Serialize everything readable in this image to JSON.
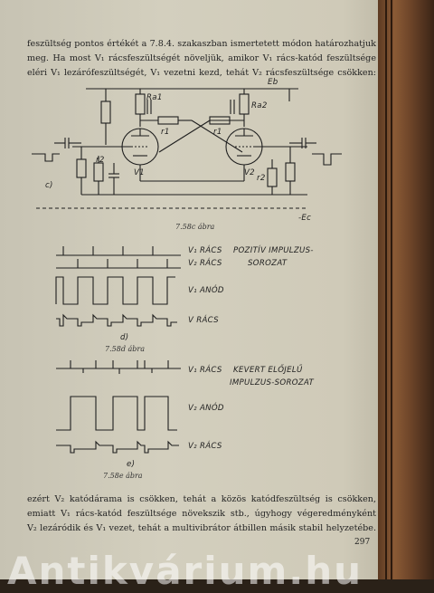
{
  "body_text_top": [
    "feszültség pontos értékét a 7.8.4. szakaszban ismertetett módon határozhatjuk",
    "meg. Ha most V₁ rácsfeszültségét növeljük, amikor V₁ rács-katód feszültsége",
    "eléri V₁ lezárófeszültségét, V₁ vezetni kezd, tehát V₂ rácsfeszültsége csökken:"
  ],
  "body_text_bottom": [
    "ezért V₂ katódárama is csökken, tehát a közös katódfeszültség is csökken,",
    "emiatt V₁ rács-katód feszültsége növekszik stb., úgyhogy végeredményként",
    "V₂ lezáródik és V₁ vezet, tehát a multivibrátor átbillen másik stabil helyzetébe."
  ],
  "circuit_labels": {
    "eb": "Eb",
    "ra1": "Ra1",
    "ra2": "Ra2",
    "r1_left": "r1",
    "r1_right": "r1",
    "v1": "V1",
    "v2": "V2",
    "r2_left": "r2",
    "r2_right": "r2",
    "c": "c)",
    "ec": "-Ec"
  },
  "captions": {
    "fig_c": "7.58c ábra",
    "fig_d": "7.58d ábra",
    "fig_e": "7.58e ábra"
  },
  "fig_d_labels": {
    "v1_racs": "V₁ RÁCS",
    "v2_racs": "V₂ RÁCS",
    "v1_anod": "V₁ ANÓD",
    "v_racs": "V RÁCS",
    "note_line1": "POZITÍV IMPULZUS-",
    "note_line2": "SOROZAT",
    "sub": "d)"
  },
  "fig_e_labels": {
    "v1_racs": "V₁ RÁCS",
    "v2_anod": "V₂ ANÓD",
    "v2_racs": "V₂ RÁCS",
    "note_line1": "KEVERT ELŐJELŰ",
    "note_line2": "IMPULZUS-SOROZAT",
    "sub": "e)"
  },
  "page_number": "297",
  "watermark": "Antikvárium.hu"
}
